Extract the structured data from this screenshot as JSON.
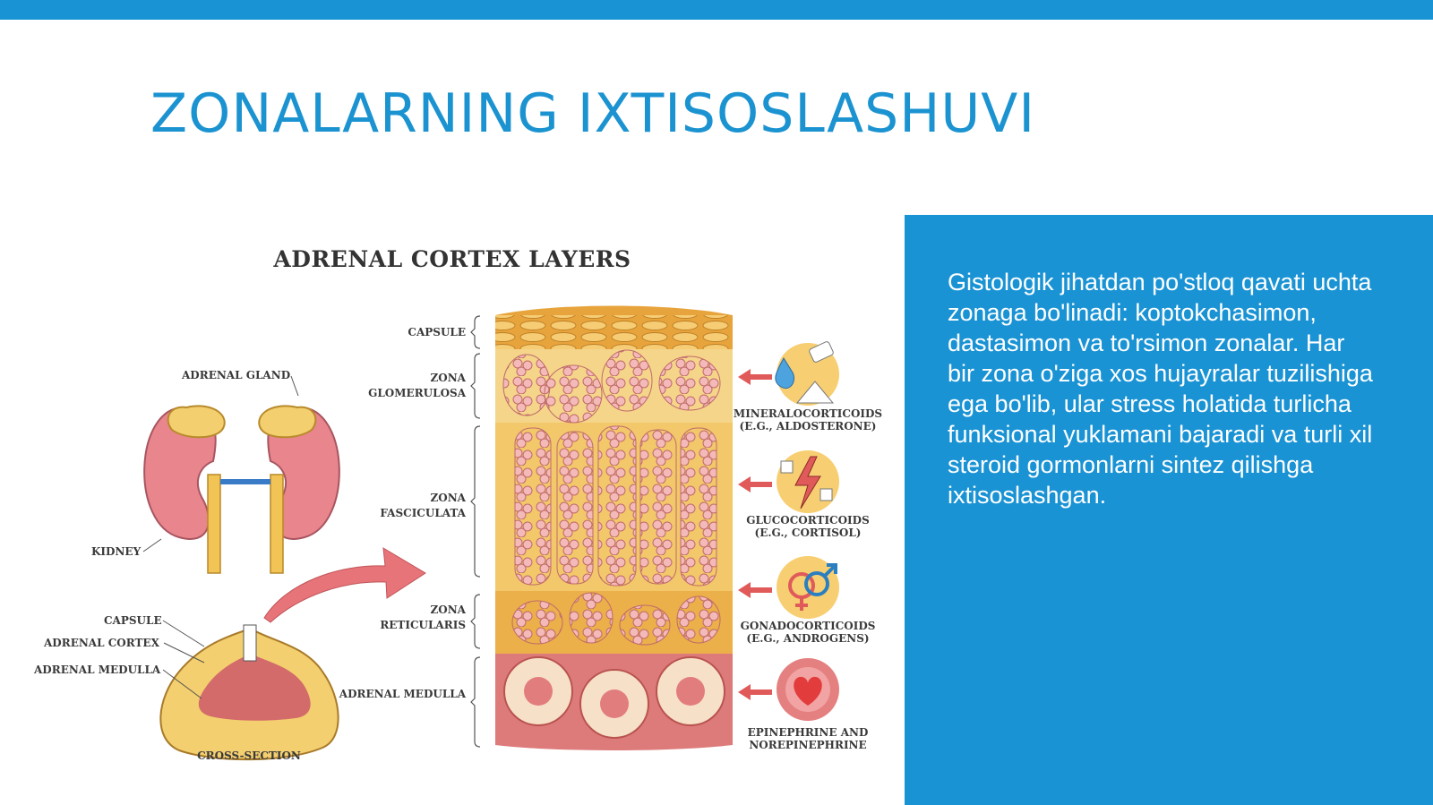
{
  "slide": {
    "title": "ZONALARNING IXTISOSLASHUVI",
    "accent_color": "#1a93d4",
    "title_color": "#1c93d1"
  },
  "figure": {
    "title": "ADRENAL CORTEX LAYERS",
    "left_labels": {
      "adrenal_gland": "ADRENAL GLAND",
      "kidney": "KIDNEY",
      "capsule": "CAPSULE",
      "adrenal_cortex": "ADRENAL CORTEX",
      "adrenal_medulla": "ADRENAL MEDULLA",
      "cross_section": "CROSS-SECTION"
    },
    "layers": [
      {
        "line1": "CAPSULE",
        "line2": "",
        "color": "#e8a43c"
      },
      {
        "line1": "ZONA",
        "line2": "GLOMERULOSA",
        "color": "#f5d58a"
      },
      {
        "line1": "ZONA",
        "line2": "FASCICULATA",
        "color": "#f2c86a"
      },
      {
        "line1": "ZONA",
        "line2": "RETICULARIS",
        "color": "#ebb04a"
      },
      {
        "line1": "ADRENAL MEDULLA",
        "line2": "",
        "color": "#dd7a7a"
      }
    ],
    "hormones": [
      {
        "line1": "MINERALOCORTICOIDS",
        "line2": "(E.G., ALDOSTERONE)",
        "icon": "water-salt-icon"
      },
      {
        "line1": "GLUCOCORTICOIDS",
        "line2": "(E.G., CORTISOL)",
        "icon": "lightning-sugar-icon"
      },
      {
        "line1": "GONADOCORTICOIDS",
        "line2": "(E.G., ANDROGENS)",
        "icon": "gender-symbols-icon"
      },
      {
        "line1": "EPINEPHRINE AND",
        "line2": "NOREPINEPHRINE",
        "icon": "heart-icon"
      }
    ]
  },
  "panel": {
    "text": "Gistologik jihatdan po'stloq qavati uchta zonaga bo'linadi: koptokchasimon, dastasimon va to'rsimon zonalar. Har bir zona o'ziga xos hujayralar tuzilishiga ega bo'lib, ular stress holatida turlicha funksional yuklamani bajaradi va turli xil steroid gormonlarni sintez qilishga ixtisoslashgan."
  }
}
